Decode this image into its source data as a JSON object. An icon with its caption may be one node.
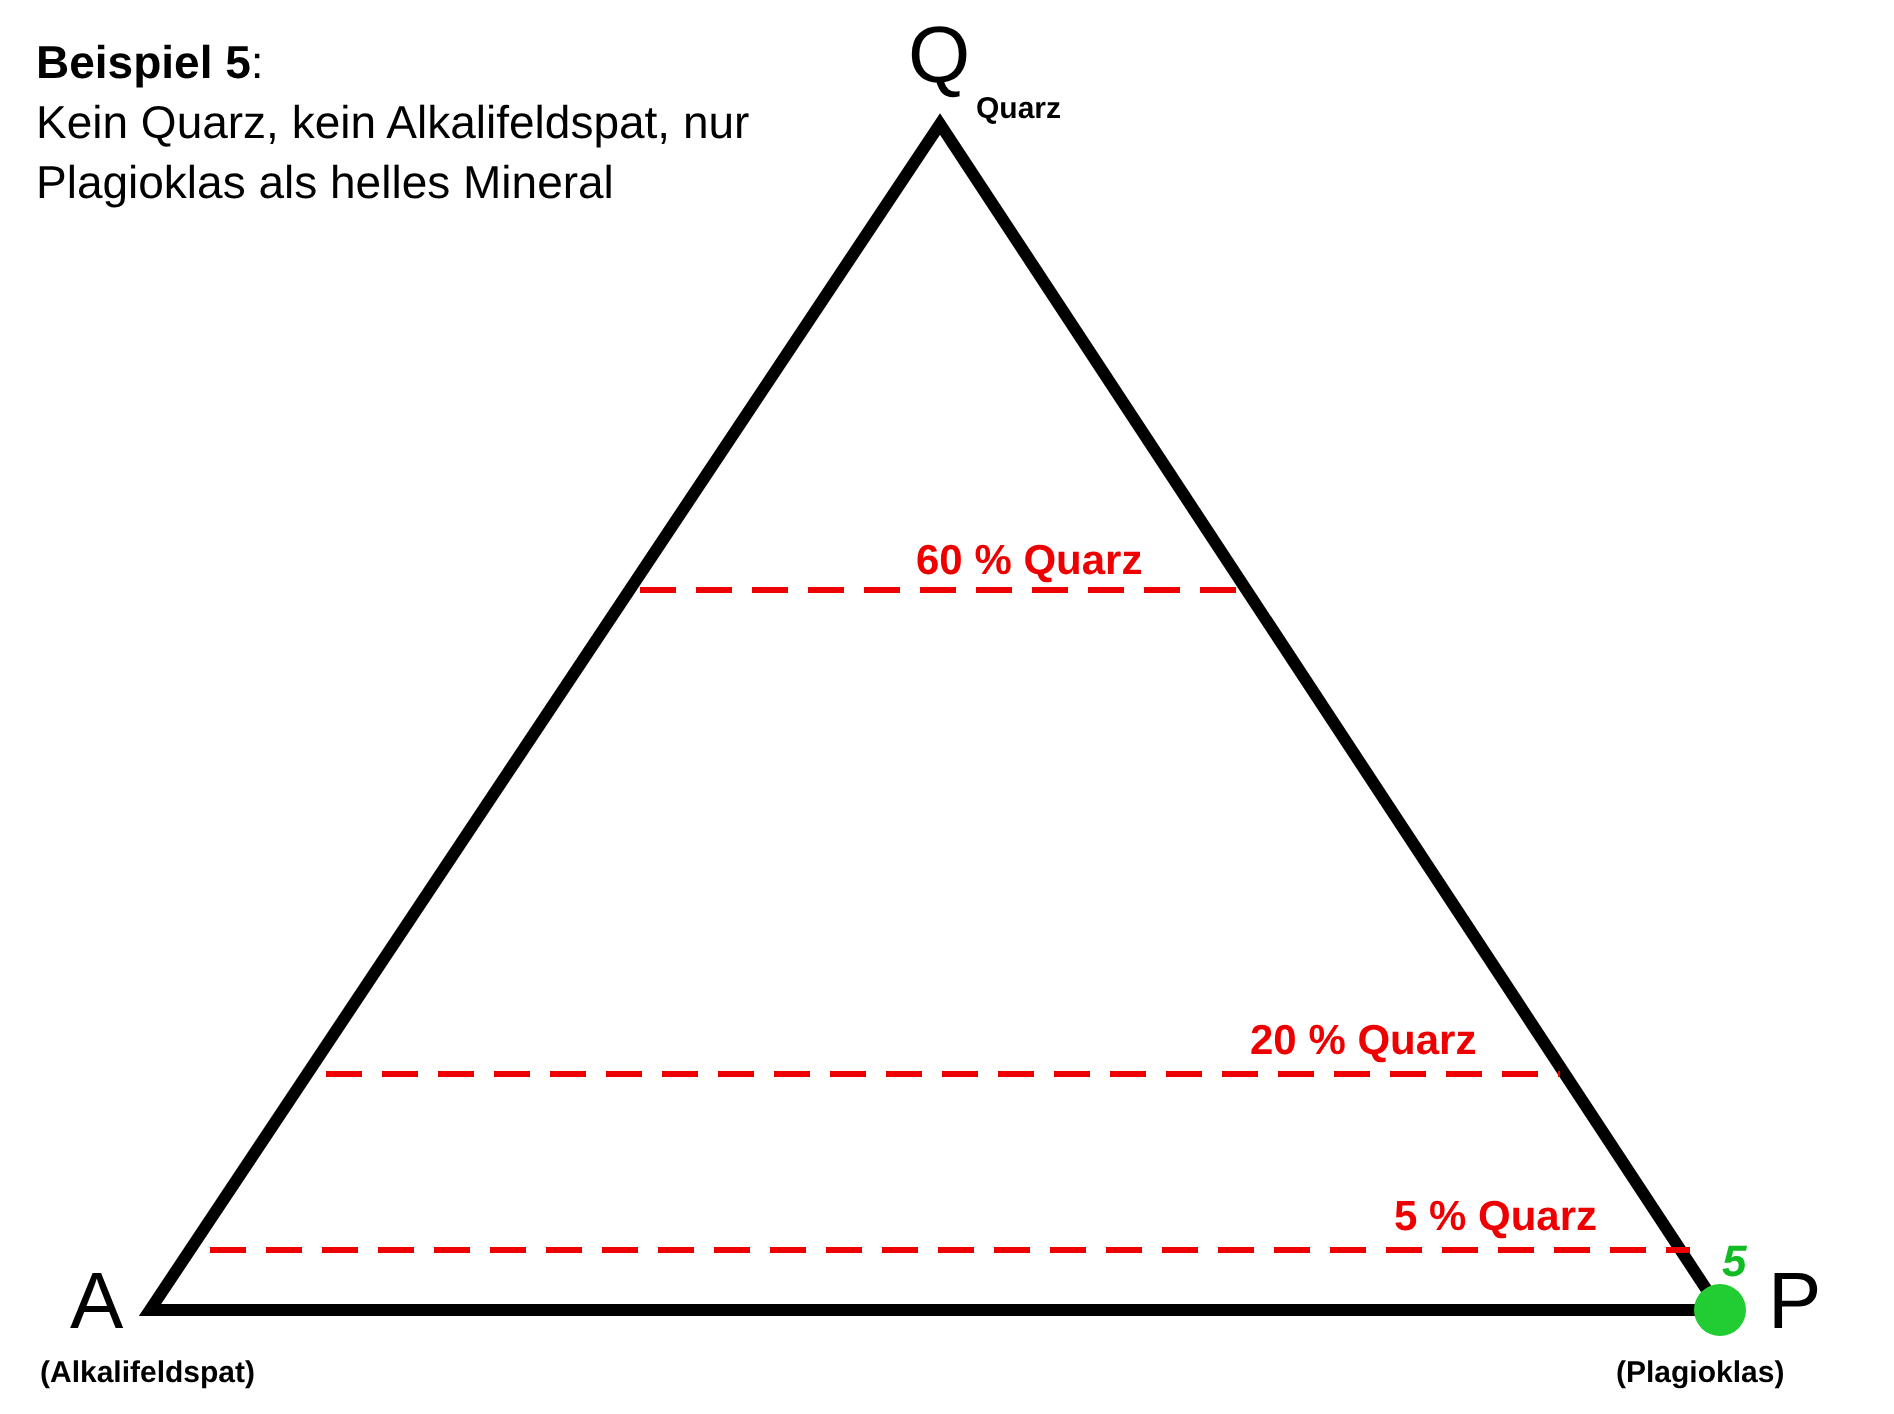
{
  "diagram": {
    "title": "**Beispiel 5**:",
    "nodes": [
      {
        "text": [
          "Q"
        ],
        "beside": [
          "Quarz"
        ]
      },
      {
        "text": [
          "A"
        ],
        "beside": [
          "(Alkalifeldspat)"
        ]
      },
      {
        "text": [
          "P"
        ],
        "beside": [
          "(Plagioklas)"
        ]
      },
      {
        "text": [],
        "shape": "circle",
        "beside": [
          "5"
        ]
      }
    ],
    "labels": [
      "Kein Quarz, kein Alkalifeldspat, nur Plagioklas als helles Mineral",
      "60 % Quarz",
      "20 % Quarz",
      "5 % Quarz"
    ]
  }
}
